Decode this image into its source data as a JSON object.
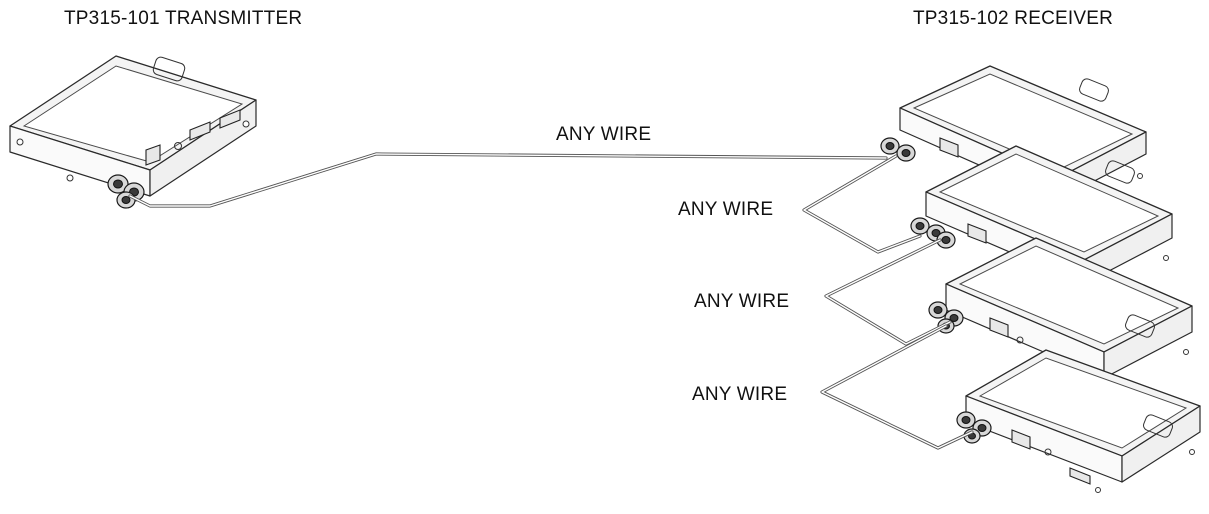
{
  "labels": {
    "transmitter": "TP315-101 TRANSMITTER",
    "receiver": "TP315-102 RECEIVER",
    "wire_main": "ANY WIRE",
    "wire_1": "ANY WIRE",
    "wire_2": "ANY WIRE",
    "wire_3": "ANY WIRE"
  },
  "devices": [
    {
      "name": "transmitter-device",
      "role": "transmitter"
    },
    {
      "name": "receiver-device-1",
      "role": "receiver"
    },
    {
      "name": "receiver-device-2",
      "role": "receiver"
    },
    {
      "name": "receiver-device-3",
      "role": "receiver"
    },
    {
      "name": "receiver-device-4",
      "role": "receiver"
    }
  ],
  "colors": {
    "line": "#2a2a2a",
    "wire": "#555555",
    "background": "#ffffff"
  }
}
